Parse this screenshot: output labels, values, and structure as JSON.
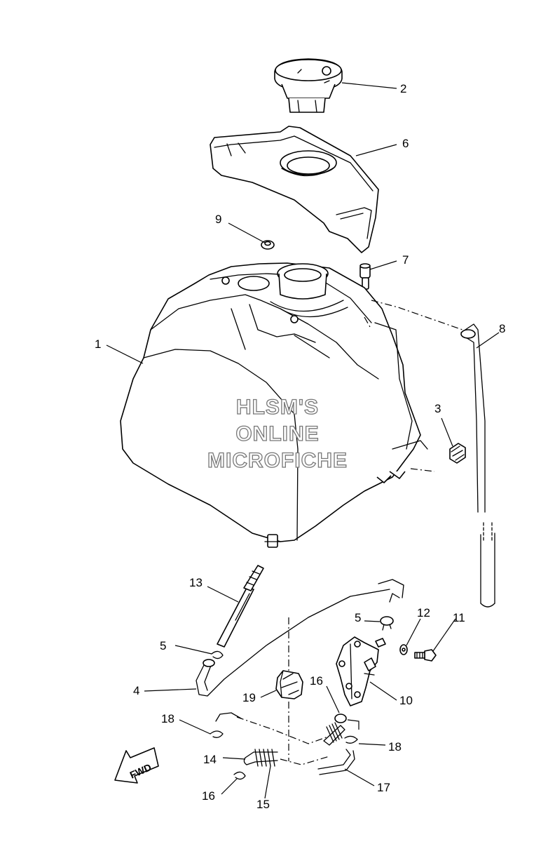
{
  "watermark": {
    "line1": "HLSM'S",
    "line2": "ONLINE",
    "line3": "MICROFICHE"
  },
  "direction_label": "FWD",
  "callouts": {
    "c1": "1",
    "c2": "2",
    "c3": "3",
    "c4": "4",
    "c5a": "5",
    "c5b": "5",
    "c6": "6",
    "c7": "7",
    "c8": "8",
    "c9": "9",
    "c10": "10",
    "c11": "11",
    "c12": "12",
    "c13": "13",
    "c14": "14",
    "c15": "15",
    "c16a": "16",
    "c16b": "16",
    "c17": "17",
    "c18a": "18",
    "c18b": "18",
    "c19": "19"
  }
}
